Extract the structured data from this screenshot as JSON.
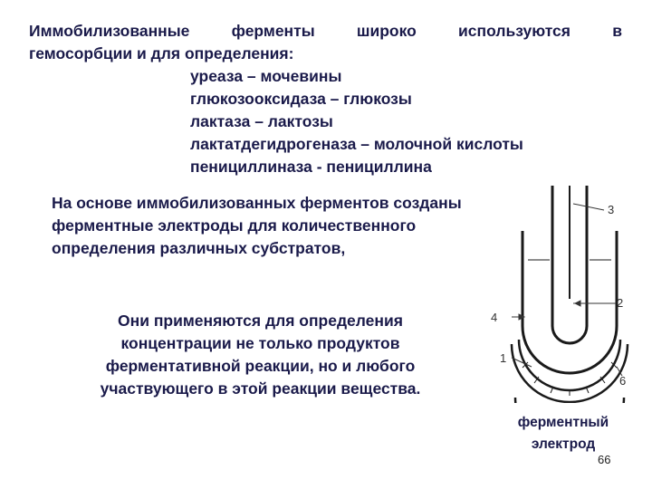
{
  "intro": {
    "line1_words": [
      "Иммобилизованные",
      "ферменты",
      "широко",
      "используются",
      "в"
    ],
    "line2": "гемосорбции  и для определения:"
  },
  "enzymes": [
    "уреаза – мочевины",
    "глюкозооксидаза – глюкозы",
    "лактаза – лактозы",
    "лактатдегидрогеназа – молочной кислоты",
    "пенициллиназа - пенициллина"
  ],
  "para2": [
    "На основе иммобилизованных ферментов созданы",
    "ферментные электроды для количественного",
    "определения различных субстратов,"
  ],
  "para3": [
    "Они применяются для определения",
    "концентрации не только продуктов",
    "ферментативной реакции, но и любого",
    "участвующего в этой реакции вещества."
  ],
  "diagram": {
    "labels": {
      "l1": "1",
      "l2": "2",
      "l3": "3",
      "l4": "4",
      "l6": "6"
    },
    "stroke_color": "#1a1a1a"
  },
  "caption": {
    "line1": "ферментный",
    "line2": "электрод"
  },
  "page_number": "66",
  "colors": {
    "text": "#1a1a4a",
    "background": "#ffffff"
  }
}
